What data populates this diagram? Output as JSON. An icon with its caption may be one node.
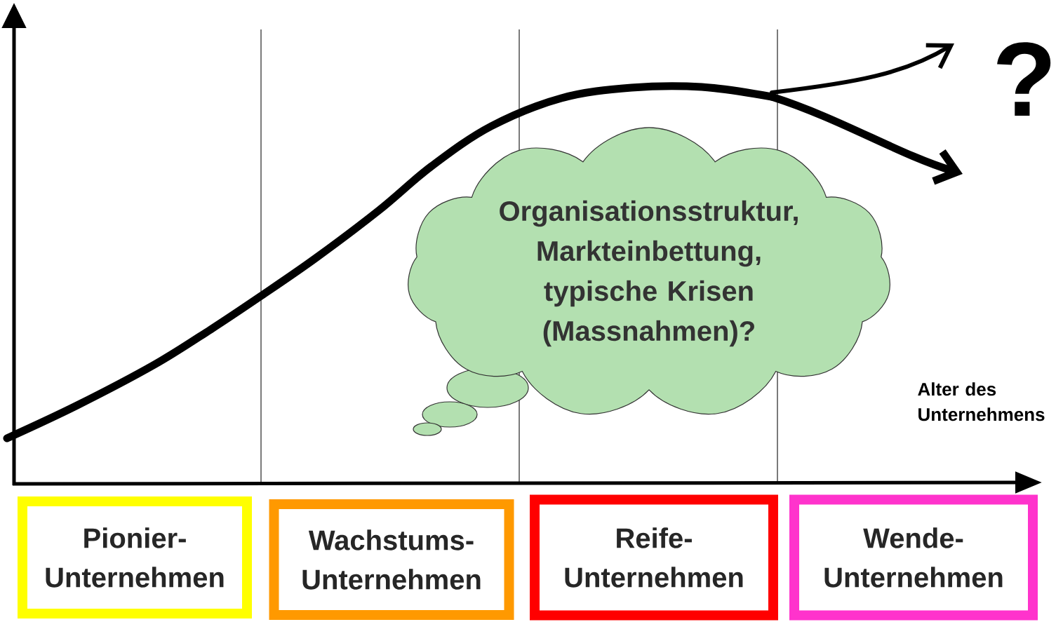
{
  "diagram": {
    "nodes": [
      {
        "text": [
          "Organisationsstruktur, Markteinbettung, typische Krisen (Massnahmen)?"
        ]
      },
      {
        "text": [
          "Pionier- Unternehmen"
        ]
      },
      {
        "text": [
          "Wachstums- Unternehmen"
        ]
      },
      {
        "text": [
          "Reife- Unternehmen"
        ]
      },
      {
        "text": [
          "Wende- Unternehmen"
        ]
      }
    ],
    "labels": [
      "Alter des Unternehmens",
      "?"
    ]
  }
}
